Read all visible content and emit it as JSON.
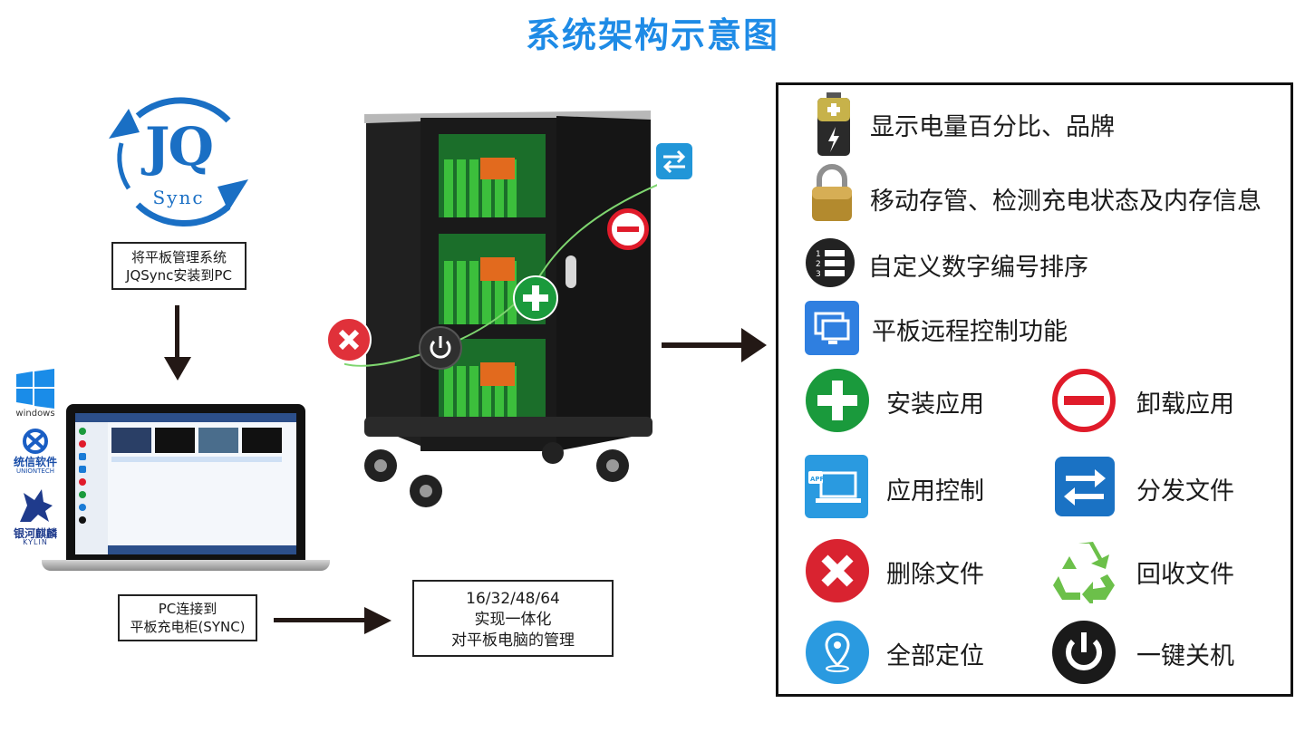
{
  "title": "系统架构示意图",
  "jqsync_logo": {
    "main": "JQ",
    "sub": "Sync"
  },
  "step1": {
    "line1": "将平板管理系统",
    "line2": "JQSync安装到PC"
  },
  "step2": {
    "line1": "PC连接到",
    "line2": "平板充电柜(SYNC)"
  },
  "step3": {
    "line1": "16/32/48/64",
    "line2": "实现一体化",
    "line3": "对平板电脑的管理"
  },
  "os_logos": [
    {
      "name": "windows"
    },
    {
      "name": "统信软件",
      "sub": "UNIONTECH"
    },
    {
      "name": "银河麒麟",
      "sub": "KYLIN"
    }
  ],
  "features_top": [
    {
      "icon": "battery-icon",
      "label": "显示电量百分比、品牌"
    },
    {
      "icon": "padlock-icon",
      "label": "移动存管、检测充电状态及内存信息"
    },
    {
      "icon": "numbered-list-icon",
      "label": "自定义数字编号排序"
    },
    {
      "icon": "remote-screen-icon",
      "label": "平板远程控制功能"
    }
  ],
  "features_grid": [
    {
      "icon": "plus-circle-icon",
      "label": "安装应用"
    },
    {
      "icon": "minus-circle-icon",
      "label": "卸载应用"
    },
    {
      "icon": "app-laptop-icon",
      "label": "应用控制"
    },
    {
      "icon": "transfer-arrows-icon",
      "label": "分发文件"
    },
    {
      "icon": "delete-x-icon",
      "label": "删除文件"
    },
    {
      "icon": "recycle-icon",
      "label": "回收文件"
    },
    {
      "icon": "location-pin-icon",
      "label": "全部定位"
    },
    {
      "icon": "power-icon",
      "label": "一键关机"
    }
  ],
  "colors": {
    "title": "#1e8be6",
    "green": "#1a9a3c",
    "red": "#e01b2a",
    "blue": "#1a7bd6",
    "teal": "#2196d8",
    "dark": "#1a1a1a"
  }
}
